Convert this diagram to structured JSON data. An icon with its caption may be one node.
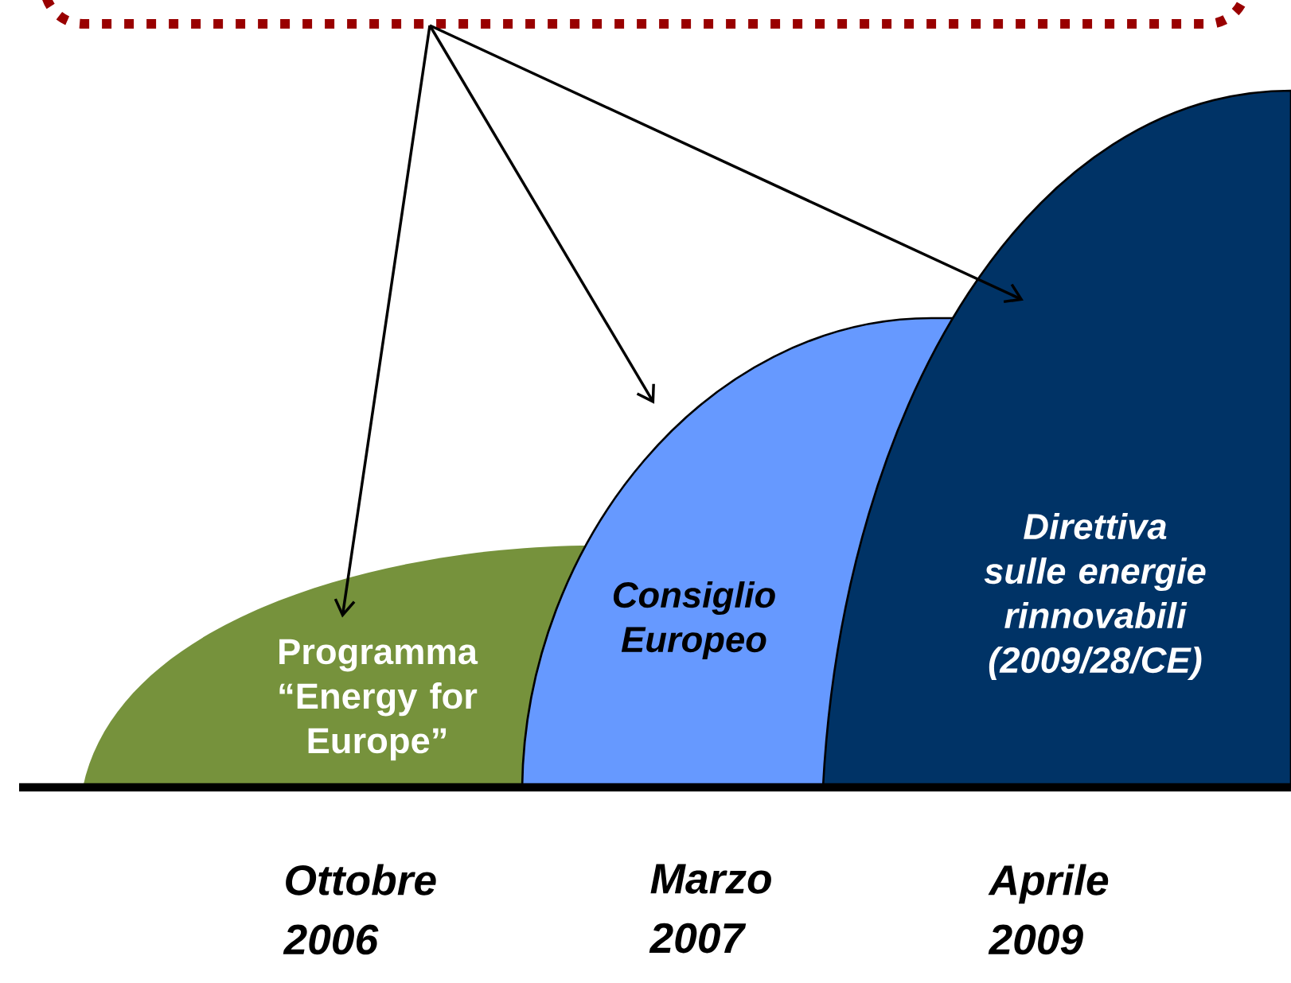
{
  "diagram": {
    "nodes": [
      {
        "text": [],
        "shape": "box"
      },
      {
        "text": [
          "Programma “Energy for Europe”"
        ]
      },
      {
        "text": [
          "Consiglio Europeo"
        ]
      },
      {
        "text": [
          "Direttiva sulle energie rinnovabili (2009/28/CE)"
        ]
      }
    ],
    "edges": [
      {
        "from": 0,
        "to": 1,
        "arrow": "to"
      },
      {
        "from": 0,
        "to": 2,
        "arrow": "to"
      },
      {
        "from": 0,
        "to": 3,
        "arrow": "to"
      }
    ],
    "labels": [
      "Ottobre 2006",
      "Marzo 2007",
      "Aprile 2009"
    ]
  }
}
